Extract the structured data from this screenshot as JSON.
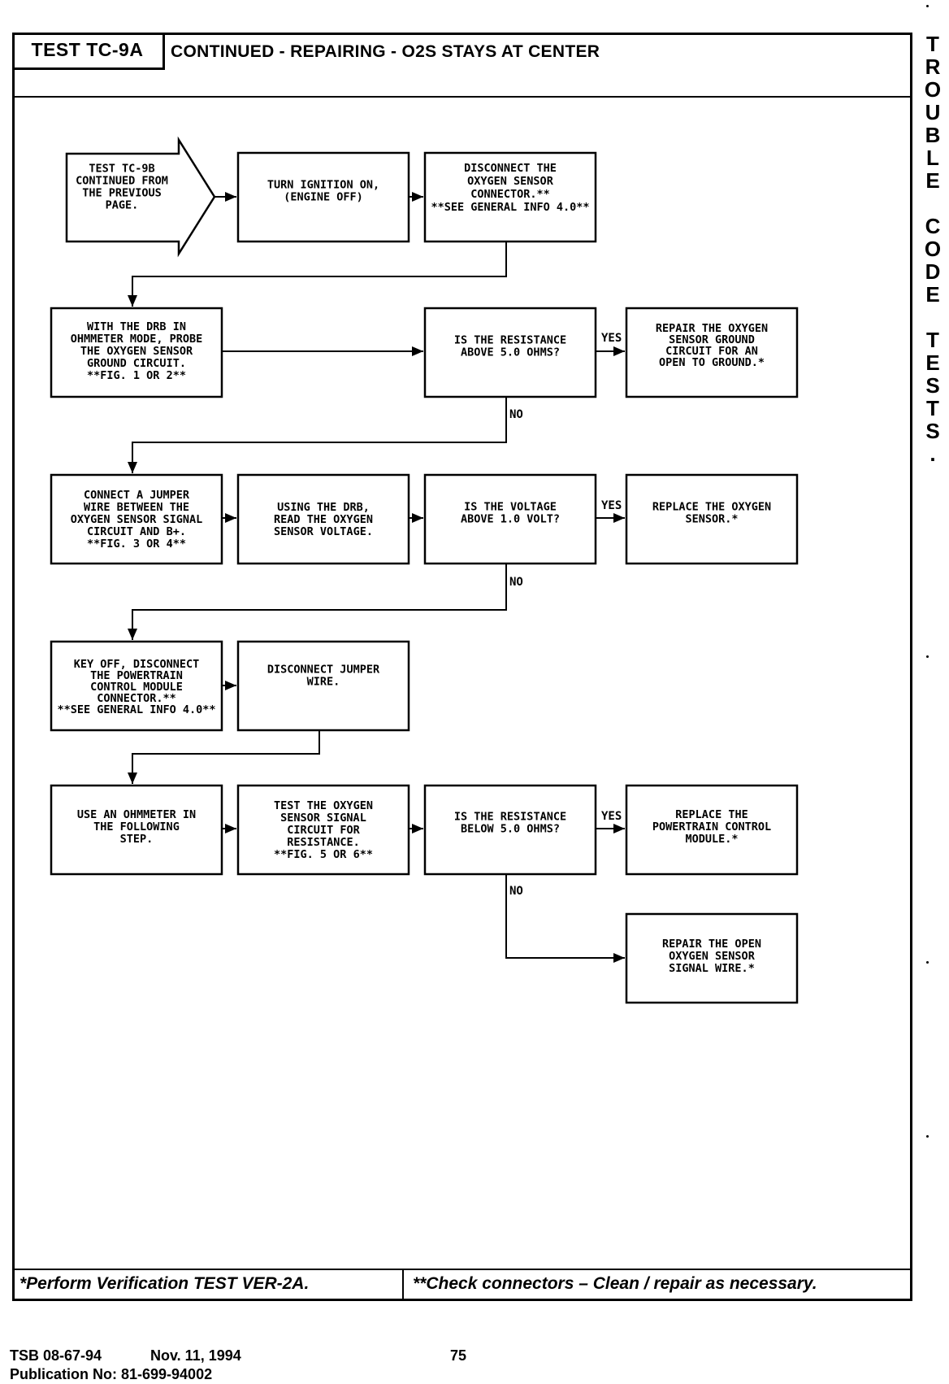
{
  "header": {
    "test_id": "TEST TC-9A",
    "title": "CONTINUED - REPAIRING - O2S STAYS AT CENTER"
  },
  "side_tab": [
    "T",
    "R",
    "O",
    "U",
    "B",
    "L",
    "E",
    "",
    "C",
    "O",
    "D",
    "E",
    "",
    "T",
    "E",
    "S",
    "T",
    "S",
    "."
  ],
  "flowchart": {
    "start": [
      "TEST TC-9B",
      "CONTINUED FROM",
      "THE PREVIOUS",
      "PAGE."
    ],
    "step_ignition": [
      "TURN IGNITION ON,",
      "(ENGINE OFF)"
    ],
    "step_disconnect_o2s": [
      "DISCONNECT THE",
      "OXYGEN SENSOR",
      "CONNECTOR.**",
      "**SEE GENERAL INFO 4.0**"
    ],
    "step_ohmmeter_probe": [
      "WITH THE DRB IN",
      "OHMMETER MODE, PROBE",
      "THE OXYGEN SENSOR",
      "GROUND CIRCUIT.",
      "**FIG. 1 OR 2**"
    ],
    "decision_resistance_above": [
      "IS THE RESISTANCE",
      "ABOVE 5.0 OHMS?"
    ],
    "repair_ground": [
      "REPAIR THE OXYGEN",
      "SENSOR GROUND",
      "CIRCUIT FOR AN",
      "OPEN TO GROUND.*"
    ],
    "step_jumper": [
      "CONNECT A JUMPER",
      "WIRE BETWEEN THE",
      "OXYGEN SENSOR SIGNAL",
      "CIRCUIT AND B+.",
      "**FIG. 3 OR 4**"
    ],
    "step_read_voltage": [
      "USING THE DRB,",
      "READ THE OXYGEN",
      "SENSOR VOLTAGE."
    ],
    "decision_voltage": [
      "IS THE VOLTAGE",
      "ABOVE 1.0 VOLT?"
    ],
    "replace_sensor": [
      "REPLACE THE OXYGEN",
      "SENSOR.*"
    ],
    "step_key_off": [
      "KEY OFF, DISCONNECT",
      "THE POWERTRAIN",
      "CONTROL MODULE",
      "CONNECTOR.**",
      "**SEE GENERAL INFO 4.0**"
    ],
    "step_disconnect_jumper": [
      "DISCONNECT JUMPER",
      "WIRE."
    ],
    "step_use_ohmmeter": [
      "USE AN OHMMETER IN",
      "THE FOLLOWING",
      "STEP."
    ],
    "step_test_signal": [
      "TEST THE OXYGEN",
      "SENSOR SIGNAL",
      "CIRCUIT FOR",
      "RESISTANCE.",
      "**FIG. 5 OR 6**"
    ],
    "decision_resistance_below": [
      "IS THE RESISTANCE",
      "BELOW 5.0 OHMS?"
    ],
    "replace_pcm": [
      "REPLACE THE",
      "POWERTRAIN CONTROL",
      "MODULE.*"
    ],
    "repair_signal": [
      "REPAIR THE OPEN",
      "OXYGEN SENSOR",
      "SIGNAL WIRE.*"
    ],
    "yes_label": "YES",
    "no_label": "NO"
  },
  "footer": {
    "note_left": "*Perform Verification TEST VER-2A.",
    "note_right": "**Check connectors – Clean / repair as necessary.",
    "tsb": "TSB 08-67-94",
    "date": "Nov. 11, 1994",
    "page": "75",
    "publication": "Publication No: 81-699-94002"
  }
}
